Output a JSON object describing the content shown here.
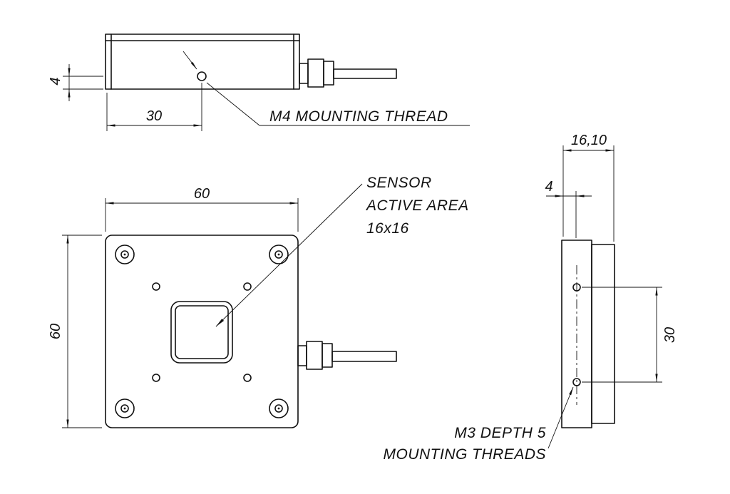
{
  "page": {
    "background_color": "#ffffff",
    "line_color": "#111111"
  },
  "views": {
    "top": {
      "dim_thread_offset": "4",
      "dim_thread_position": "30",
      "thread_label": "M4 MOUNTING THREAD"
    },
    "front": {
      "dim_width": "60",
      "dim_height": "60",
      "sensor_label_line1": "SENSOR",
      "sensor_label_line2": "ACTIVE AREA",
      "sensor_label_line3": "16x16"
    },
    "side": {
      "dim_thickness": "16,10",
      "dim_hole_face_offset": "4",
      "dim_hole_spacing": "30",
      "m3_label_line1": "M3 DEPTH 5",
      "m3_label_line2": "MOUNTING THREADS"
    }
  }
}
